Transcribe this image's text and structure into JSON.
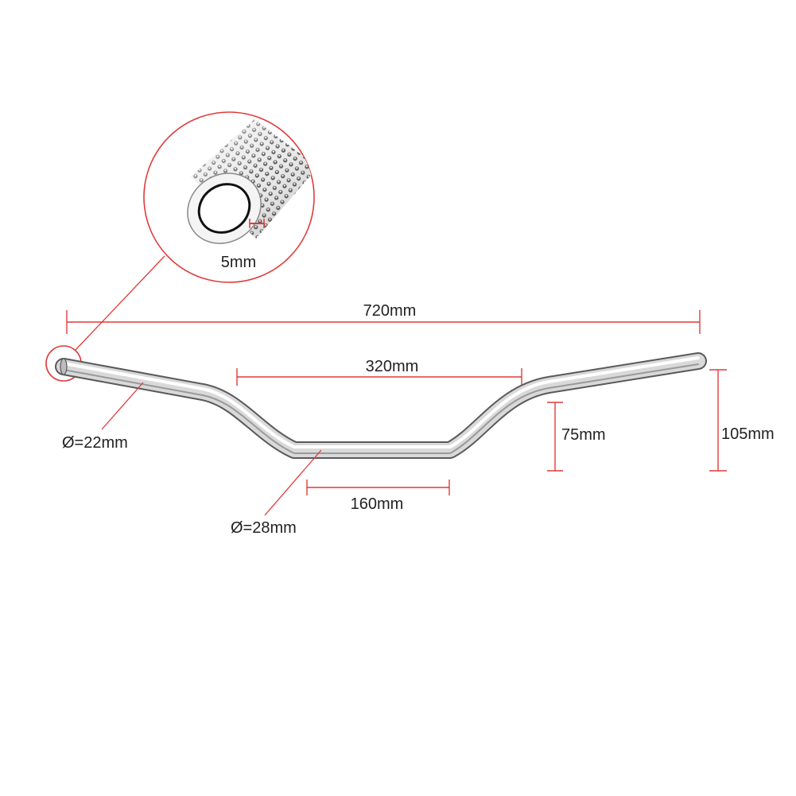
{
  "labels": {
    "wall_thickness": "5mm",
    "overall_width": "720mm",
    "center_span": "320mm",
    "clamp_width": "160mm",
    "rise": "75mm",
    "total_height": "105mm",
    "end_diameter": "Ø=22mm",
    "center_diameter": "Ø=28mm"
  },
  "colors": {
    "dimension_line": "#e03a3a",
    "bar_outline": "#555555",
    "bar_fill": "#d9d9d9",
    "text": "#222222"
  },
  "icons": {
    "knurled_tube_detail": "knurled-tube-end-icon"
  }
}
